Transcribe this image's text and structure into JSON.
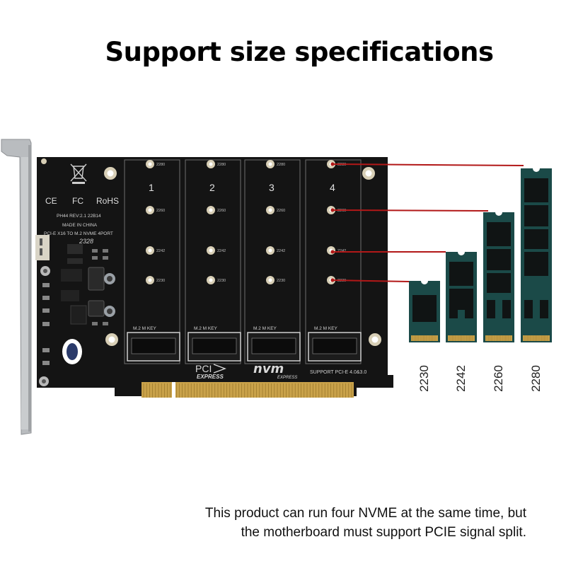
{
  "page": {
    "title": "Support size specifications",
    "footer_line1": "This product can run four NVME at the same time, but",
    "footer_line2": "the motherboard must support PCIE signal split."
  },
  "board": {
    "slot_numbers": [
      "1",
      "2",
      "3",
      "4"
    ],
    "mount_labels": [
      "2280",
      "2260",
      "2242",
      "2230"
    ],
    "key_label": "M.2 M KEY",
    "certifications": [
      "CE",
      "FC",
      "RoHS"
    ],
    "model_line": "PH44  REV:2.1  22B14",
    "made_in": "MADE IN CHINA",
    "product_line": "PCI-E X16 TO M.2 NVME 4PORT",
    "batch": "2328",
    "pcie_logo": "PCI",
    "pcie_logo_sub": "EXPRESS",
    "nvm_logo": "nvm",
    "nvm_logo_sub": "EXPRESS",
    "support_text": "SUPPORT PCI-E 4.0&3.0"
  },
  "ssd_sizes": [
    "2230",
    "2242",
    "2260",
    "2280"
  ],
  "colors": {
    "pcb": "#141414",
    "ssd_green": "#1b4a48",
    "gold": "#c9a24a",
    "pointer_red": "#b21818",
    "bracket": "#b9bcbf"
  }
}
